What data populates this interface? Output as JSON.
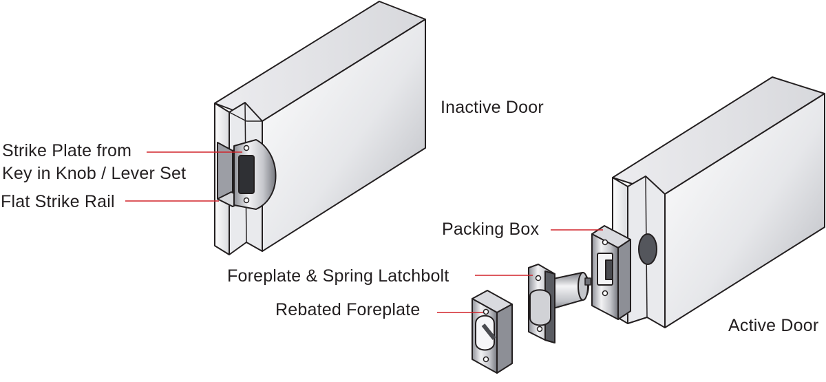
{
  "labels": {
    "inactive_door": "Inactive Door",
    "active_door": "Active Door",
    "strike_plate_line1": "Strike Plate from",
    "strike_plate_line2": "Key in Knob / Lever Set",
    "flat_strike_rail": "Flat Strike Rail",
    "packing_box": "Packing Box",
    "foreplate_latchbolt": "Foreplate & Spring Latchbolt",
    "rebated_foreplate": "Rebated Foreplate"
  },
  "colors": {
    "leader_line": "#d2232a",
    "outline": "#231f20",
    "face_light": "#f4f4f6",
    "face_mid": "#d9dadf",
    "face_dark": "#a9abb2",
    "metal_dark": "#4a4b50"
  }
}
